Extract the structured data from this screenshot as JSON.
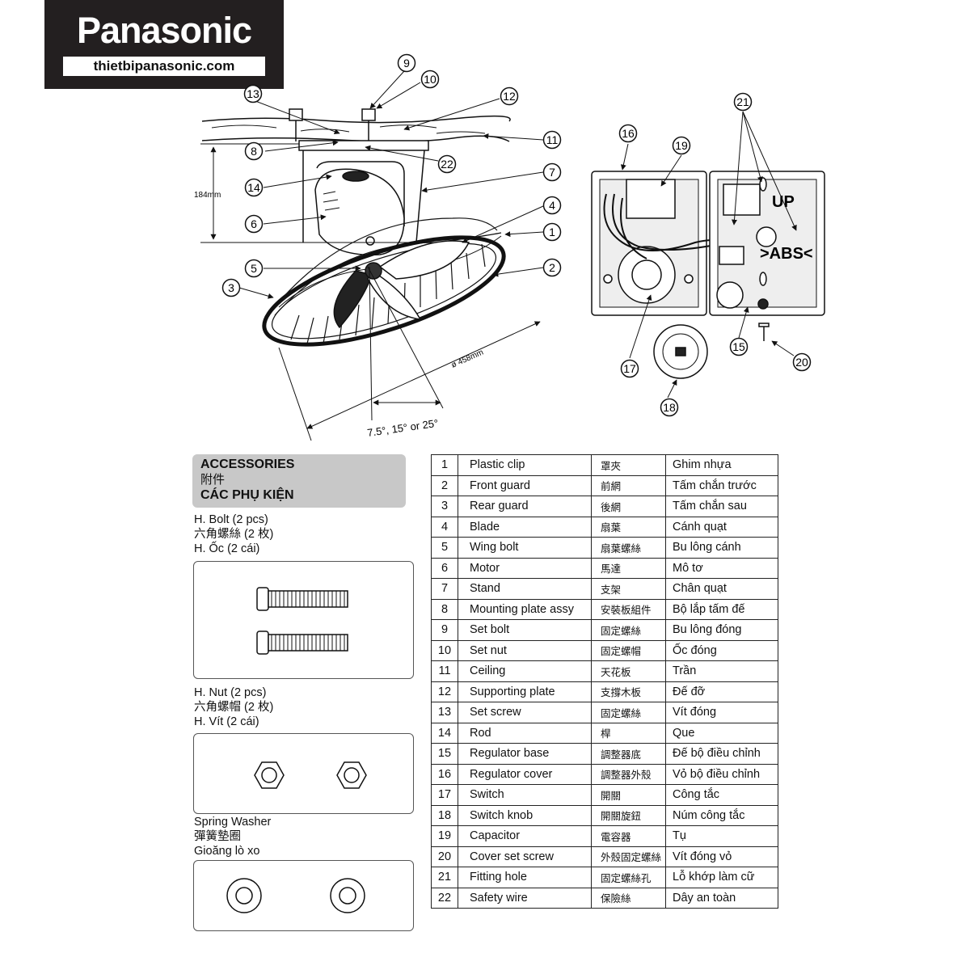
{
  "logo": {
    "brand": "Panasonic",
    "website": "thietbipanasonic.com"
  },
  "diagram": {
    "dimensions": {
      "height": "184mm",
      "diameter": "ø 458mm",
      "tilt": "7.5°, 15° or 25°"
    },
    "cover_text": {
      "up": "UP",
      "material": ">ABS<"
    },
    "callouts": [
      "1",
      "2",
      "3",
      "4",
      "5",
      "6",
      "7",
      "8",
      "9",
      "10",
      "11",
      "12",
      "13",
      "14",
      "15",
      "16",
      "17",
      "18",
      "19",
      "20",
      "21",
      "22"
    ]
  },
  "accessories": {
    "title_en": "ACCESSORIES",
    "title_zh": "附件",
    "title_vi": "CÁC PHỤ KIỆN",
    "groups": [
      {
        "lines": [
          "H. Bolt (2 pcs)",
          "六角螺絲 (2 枚)",
          "H. Ốc (2 cái)"
        ],
        "icon": "hex-bolt-icon"
      },
      {
        "lines": [
          "H. Nut (2 pcs)",
          "六角螺帽 (2 枚)",
          "H. Vít (2 cái)"
        ],
        "icon": "hex-nut-icon"
      },
      {
        "lines": [
          "Spring Washer",
          "彈簧墊圈",
          "Gioăng lò xo"
        ],
        "icon": "spring-washer-icon"
      }
    ]
  },
  "parts": [
    {
      "no": "1",
      "en": "Plastic clip",
      "zh": "罩夾",
      "vi": "Ghim nhựa"
    },
    {
      "no": "2",
      "en": "Front guard",
      "zh": "前網",
      "vi": "Tấm chắn trước"
    },
    {
      "no": "3",
      "en": "Rear guard",
      "zh": "後網",
      "vi": "Tấm chắn sau"
    },
    {
      "no": "4",
      "en": "Blade",
      "zh": "扇葉",
      "vi": "Cánh quạt"
    },
    {
      "no": "5",
      "en": "Wing bolt",
      "zh": "扇葉螺絲",
      "vi": "Bu lông cánh"
    },
    {
      "no": "6",
      "en": "Motor",
      "zh": "馬達",
      "vi": "Mô tơ"
    },
    {
      "no": "7",
      "en": "Stand",
      "zh": "支架",
      "vi": "Chân quạt"
    },
    {
      "no": "8",
      "en": "Mounting plate assy",
      "zh": "安裝板組件",
      "vi": "Bộ lắp tấm đế"
    },
    {
      "no": "9",
      "en": "Set bolt",
      "zh": "固定螺絲",
      "vi": "Bu lông đóng"
    },
    {
      "no": "10",
      "en": "Set nut",
      "zh": "固定螺帽",
      "vi": "Ốc đóng"
    },
    {
      "no": "11",
      "en": "Ceiling",
      "zh": "天花板",
      "vi": "Trần"
    },
    {
      "no": "12",
      "en": "Supporting plate",
      "zh": "支撐木板",
      "vi": "Đế đỡ"
    },
    {
      "no": "13",
      "en": "Set screw",
      "zh": "固定螺絲",
      "vi": "Vít đóng"
    },
    {
      "no": "14",
      "en": "Rod",
      "zh": "桿",
      "vi": "Que"
    },
    {
      "no": "15",
      "en": "Regulator base",
      "zh": "調整器底",
      "vi": "Đế bộ điều chỉnh"
    },
    {
      "no": "16",
      "en": "Regulator cover",
      "zh": "調整器外殼",
      "vi": "Vỏ bộ điều chỉnh"
    },
    {
      "no": "17",
      "en": "Switch",
      "zh": "開關",
      "vi": "Công tắc"
    },
    {
      "no": "18",
      "en": "Switch knob",
      "zh": "開關旋鈕",
      "vi": "Núm công tắc"
    },
    {
      "no": "19",
      "en": "Capacitor",
      "zh": "電容器",
      "vi": "Tụ"
    },
    {
      "no": "20",
      "en": "Cover set screw",
      "zh": "外殼固定螺絲",
      "vi": "Vít đóng vỏ"
    },
    {
      "no": "21",
      "en": "Fitting hole",
      "zh": "固定螺絲孔",
      "vi": "Lỗ khớp làm cữ"
    },
    {
      "no": "22",
      "en": "Safety wire",
      "zh": "保險絲",
      "vi": "Dây an toàn"
    }
  ]
}
